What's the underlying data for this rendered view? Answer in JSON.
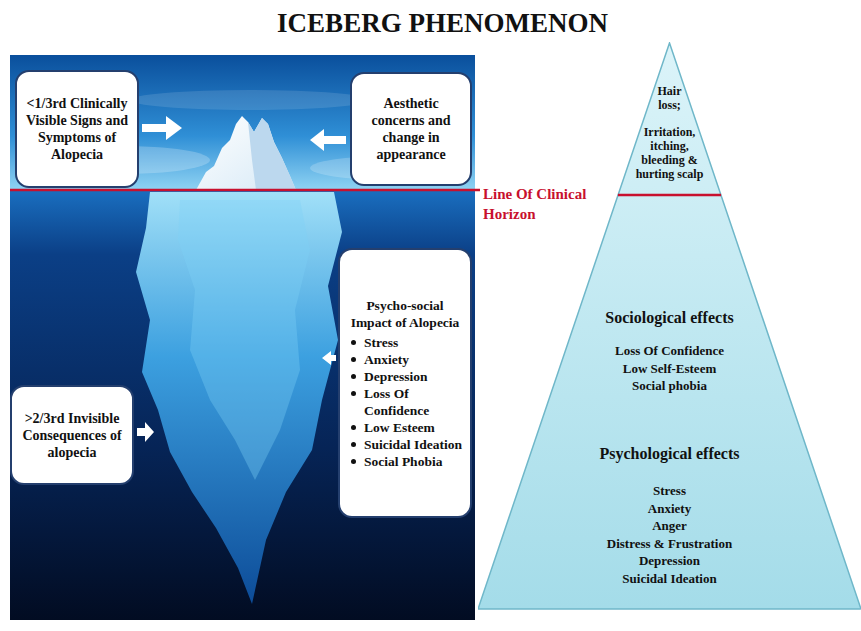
{
  "diagram": {
    "title": "ICEBERG PHENOMENON",
    "nodes": [
      {
        "text": [
          "<1/3rd Clinically Visible Signs and Symptoms of Alopecia"
        ]
      },
      {
        "text": [
          "Aesthetic concerns and change in appearance"
        ]
      },
      {
        "text": [
          "Psycho-social Impact of Alopecia",
          "Stress",
          "Anxiety",
          "Depression",
          "Loss Of Confidence",
          "Low Esteem",
          "Suicidal Ideation",
          "Social Phobia"
        ]
      },
      {
        "text": [
          ">2/3rd Invisible Consequences of alopecia"
        ]
      },
      {
        "text": [
          "Hair loss; Irritation, itching, bleeding & hurting scalp",
          "Sociological effects",
          "Loss Of Confidence",
          "Low Self-Esteem",
          "Social phobia",
          "Psychological effects",
          "Stress",
          "Anxiety",
          "Anger",
          "Distress & Frustration",
          "Depression",
          "Suicidal Ideation"
        ]
      }
    ],
    "labels": [
      "Line Of Clinical Horizon"
    ]
  }
}
